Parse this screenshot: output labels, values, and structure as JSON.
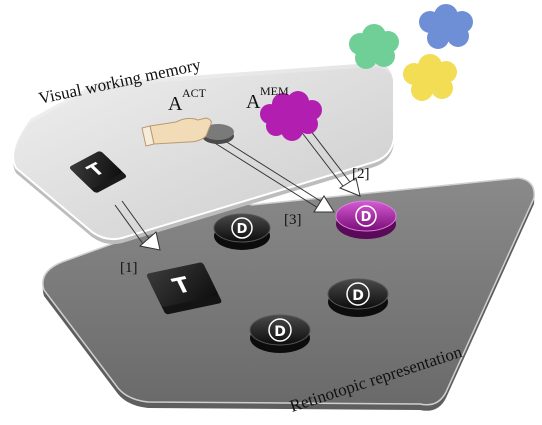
{
  "labels": {
    "upper_plane": "Visual working memory",
    "lower_plane": "Retinotopic representation",
    "a_act_base": "A",
    "a_act_sup": "ACT",
    "a_mem_base": "A",
    "a_mem_sup": "MEM",
    "arrow_1": "[1]",
    "arrow_2": "[2]",
    "arrow_3": "[3]"
  },
  "tokens": {
    "target_letter": "T",
    "distractor_letter": "D"
  },
  "colors": {
    "magenta": "#b21fb0",
    "cloud_green": "#6fcf97",
    "cloud_blue": "#6e8fd6",
    "cloud_yellow": "#f2dd55"
  }
}
